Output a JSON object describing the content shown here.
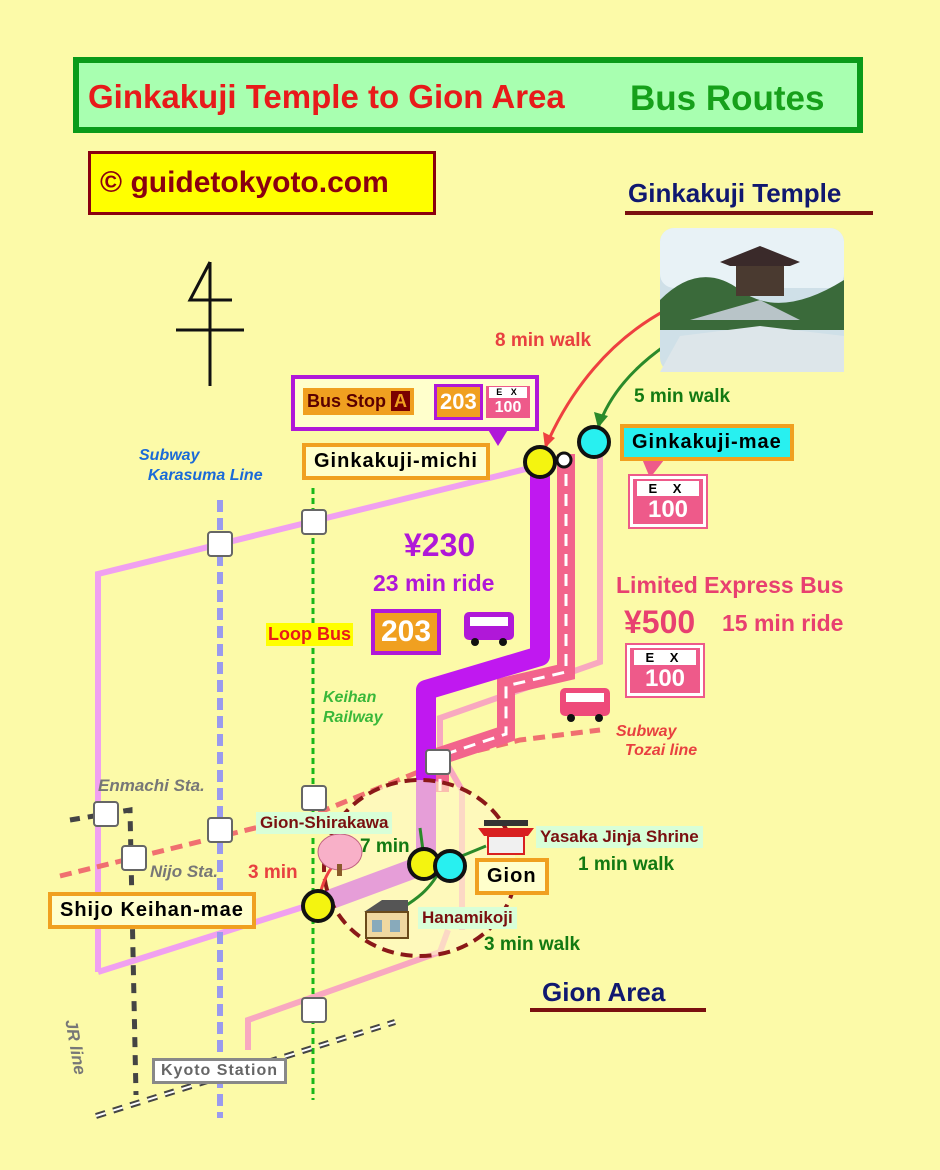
{
  "header": {
    "title": "Ginkakuji Temple to Gion Area",
    "subtitle": "Bus Routes",
    "copyright": "© guidetokyoto.com"
  },
  "areas": {
    "ginkakuji_temple": "Ginkakuji Temple",
    "gion_area": "Gion Area"
  },
  "bus_stops": {
    "ginkakuji_michi": "Ginkakuji-michi",
    "ginkakuji_mae": "Ginkakuji-mae",
    "gion": "Gion",
    "shijo_keihan_mae": "Shijo Keihan-mae"
  },
  "bus_stop_callout": {
    "label": "Bus Stop",
    "letter": "A",
    "route": "203",
    "ex_label": "E X",
    "ex_number": "100"
  },
  "walks": {
    "to_michi": "8 min walk",
    "to_mae": "5 min walk",
    "shijo_to_shirakawa": "3 min",
    "gion_to_shirakawa": "7 min",
    "yasaka": "1 min walk",
    "hanamikoji": "3 min walk"
  },
  "loop_bus": {
    "price": "¥230",
    "ride": "23 min ride",
    "label": "Loop Bus",
    "number": "203"
  },
  "express_bus": {
    "label": "Limited Express Bus",
    "price": "¥500",
    "ride": "15 min ride",
    "ex_label": "E X",
    "number": "100"
  },
  "rail": {
    "subway_karasuma": "Subway\n  Karasuma Line",
    "keihan": "Keihan\nRailway",
    "subway_tozai": "Subway\n  Tozai line",
    "enmachi": "Enmachi Sta.",
    "nijo": "Nijo Sta.",
    "jr": "JR line",
    "kyoto_station": "Kyoto Station"
  },
  "sights": {
    "gion_shirakawa": "Gion-Shirakawa",
    "yasaka": "Yasaka Jinja Shrine",
    "hanamikoji": "Hanamikoji"
  },
  "colors": {
    "loop_route": "#c018f0",
    "express_route": "#f2648c",
    "keihan_line": "#18b818",
    "karasuma_line": "#9a9aee",
    "road": "#f0a0f0",
    "stop_yellow": "#f4f410",
    "stop_cyan": "#28f0f0"
  }
}
